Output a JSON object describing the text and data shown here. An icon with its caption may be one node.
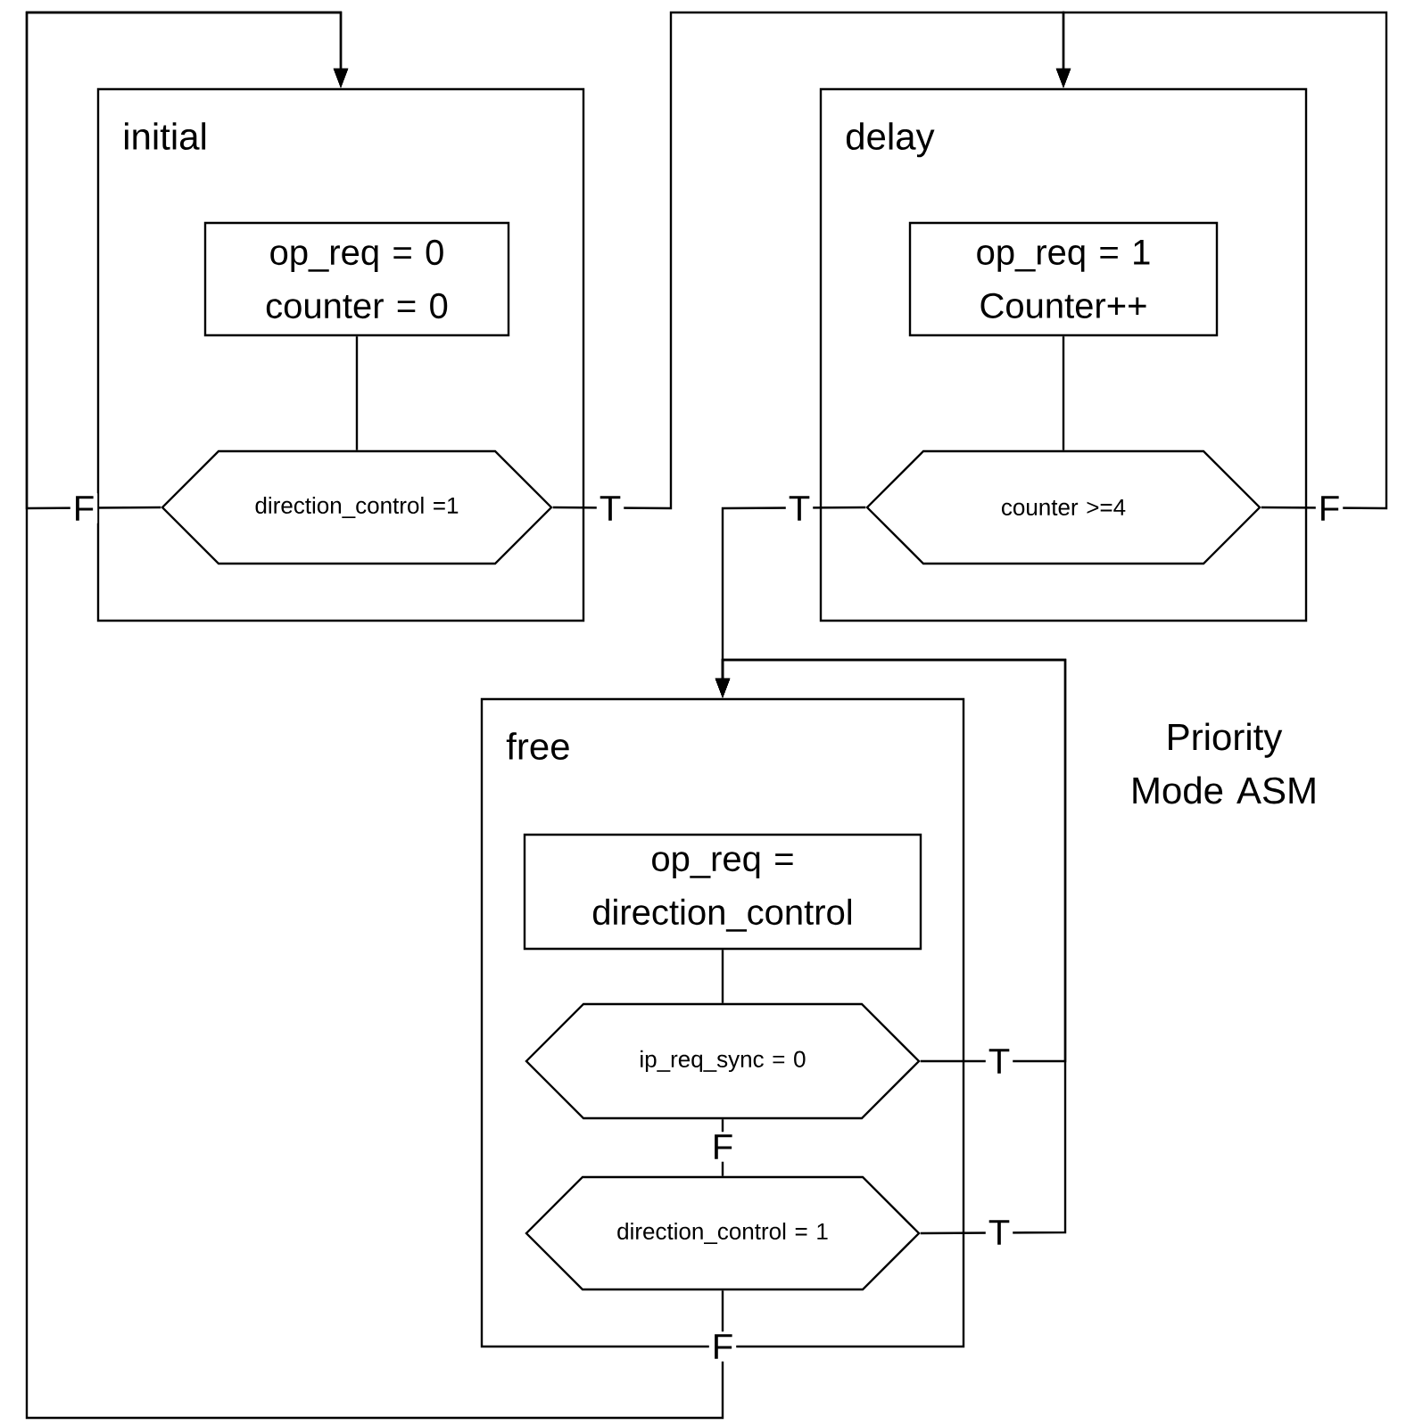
{
  "diagram": {
    "title": "Priority Mode ASM",
    "nodes": [
      {
        "text": [
          "initial"
        ]
      },
      {
        "text": [
          "op_req = 0",
          "counter = 0"
        ],
        "in": 0
      },
      {
        "text": [
          "direction_control =1"
        ],
        "in": 0
      },
      {
        "text": [
          "delay"
        ]
      },
      {
        "text": [
          "op_req = 1",
          "Counter++"
        ],
        "in": 3
      },
      {
        "text": [
          "counter >=4"
        ],
        "in": 3
      },
      {
        "text": [
          "free"
        ]
      },
      {
        "text": [
          "op_req = direction_control"
        ],
        "in": 6
      },
      {
        "text": [
          "ip_req_sync = 0"
        ],
        "in": 6
      },
      {
        "text": [
          "direction_control = 1"
        ],
        "in": 6
      }
    ],
    "edges": [
      {
        "from": 1,
        "to": 2,
        "arrow": "none"
      },
      {
        "from": 2,
        "to": 3,
        "arrow": "to",
        "label": "T"
      },
      {
        "from": 2,
        "to": 0,
        "arrow": "to",
        "label": "F"
      },
      {
        "from": 4,
        "to": 5,
        "arrow": "none"
      },
      {
        "from": 5,
        "to": 6,
        "arrow": "to",
        "label": "T"
      },
      {
        "from": 5,
        "to": 3,
        "arrow": "to",
        "label": "F"
      },
      {
        "from": 7,
        "to": 8,
        "arrow": "none"
      },
      {
        "from": 8,
        "to": 9,
        "arrow": "none",
        "label": "F"
      },
      {
        "from": 8,
        "to": 6,
        "arrow": "to",
        "label": "T"
      },
      {
        "from": 9,
        "to": 6,
        "arrow": "to",
        "label": "T"
      },
      {
        "from": 9,
        "to": 0,
        "arrow": "to",
        "label": "F"
      }
    ]
  }
}
